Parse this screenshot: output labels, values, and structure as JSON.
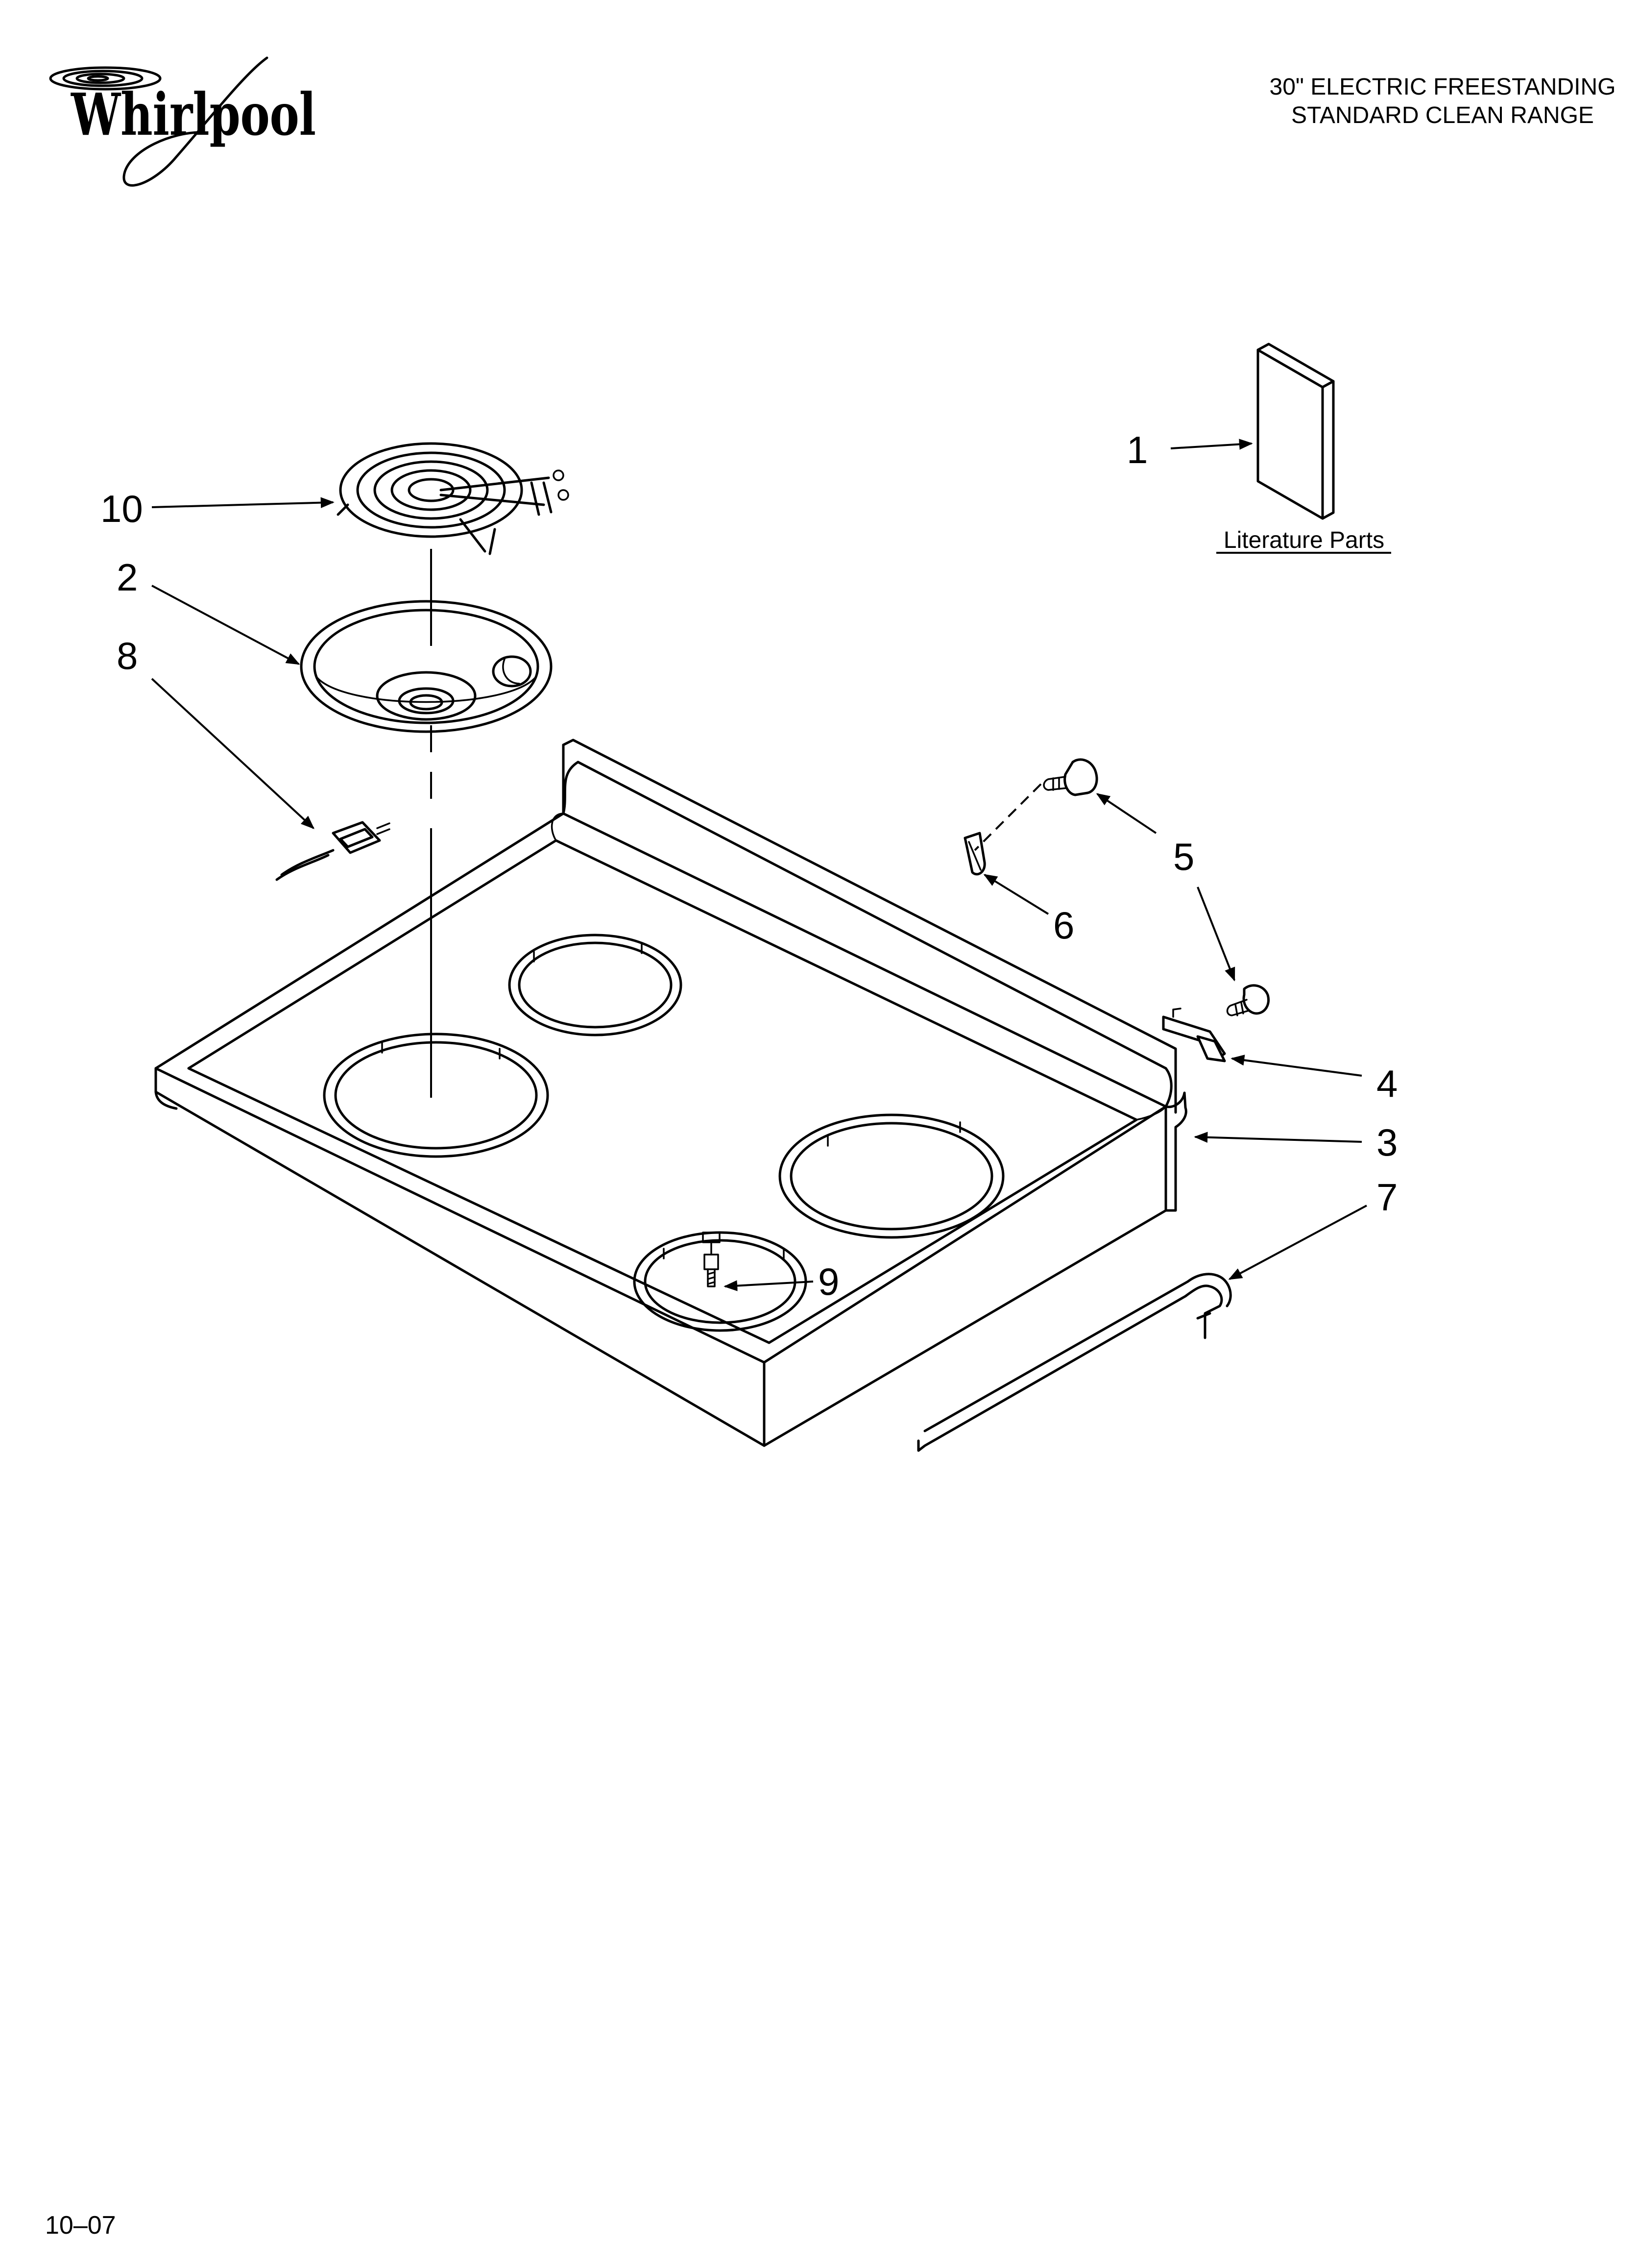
{
  "brand": {
    "name": "Whirlpool"
  },
  "header": {
    "title_line1": "30\" ELECTRIC FREESTANDING",
    "title_line2": "STANDARD CLEAN RANGE"
  },
  "literature": {
    "label": "Literature Parts"
  },
  "callouts": [
    {
      "id": "1",
      "label": "1"
    },
    {
      "id": "2",
      "label": "2"
    },
    {
      "id": "3",
      "label": "3"
    },
    {
      "id": "4",
      "label": "4"
    },
    {
      "id": "5",
      "label": "5"
    },
    {
      "id": "6",
      "label": "6"
    },
    {
      "id": "7",
      "label": "7"
    },
    {
      "id": "8",
      "label": "8"
    },
    {
      "id": "9",
      "label": "9"
    },
    {
      "id": "10",
      "label": "10"
    }
  ],
  "footer": {
    "code": "10–07"
  }
}
